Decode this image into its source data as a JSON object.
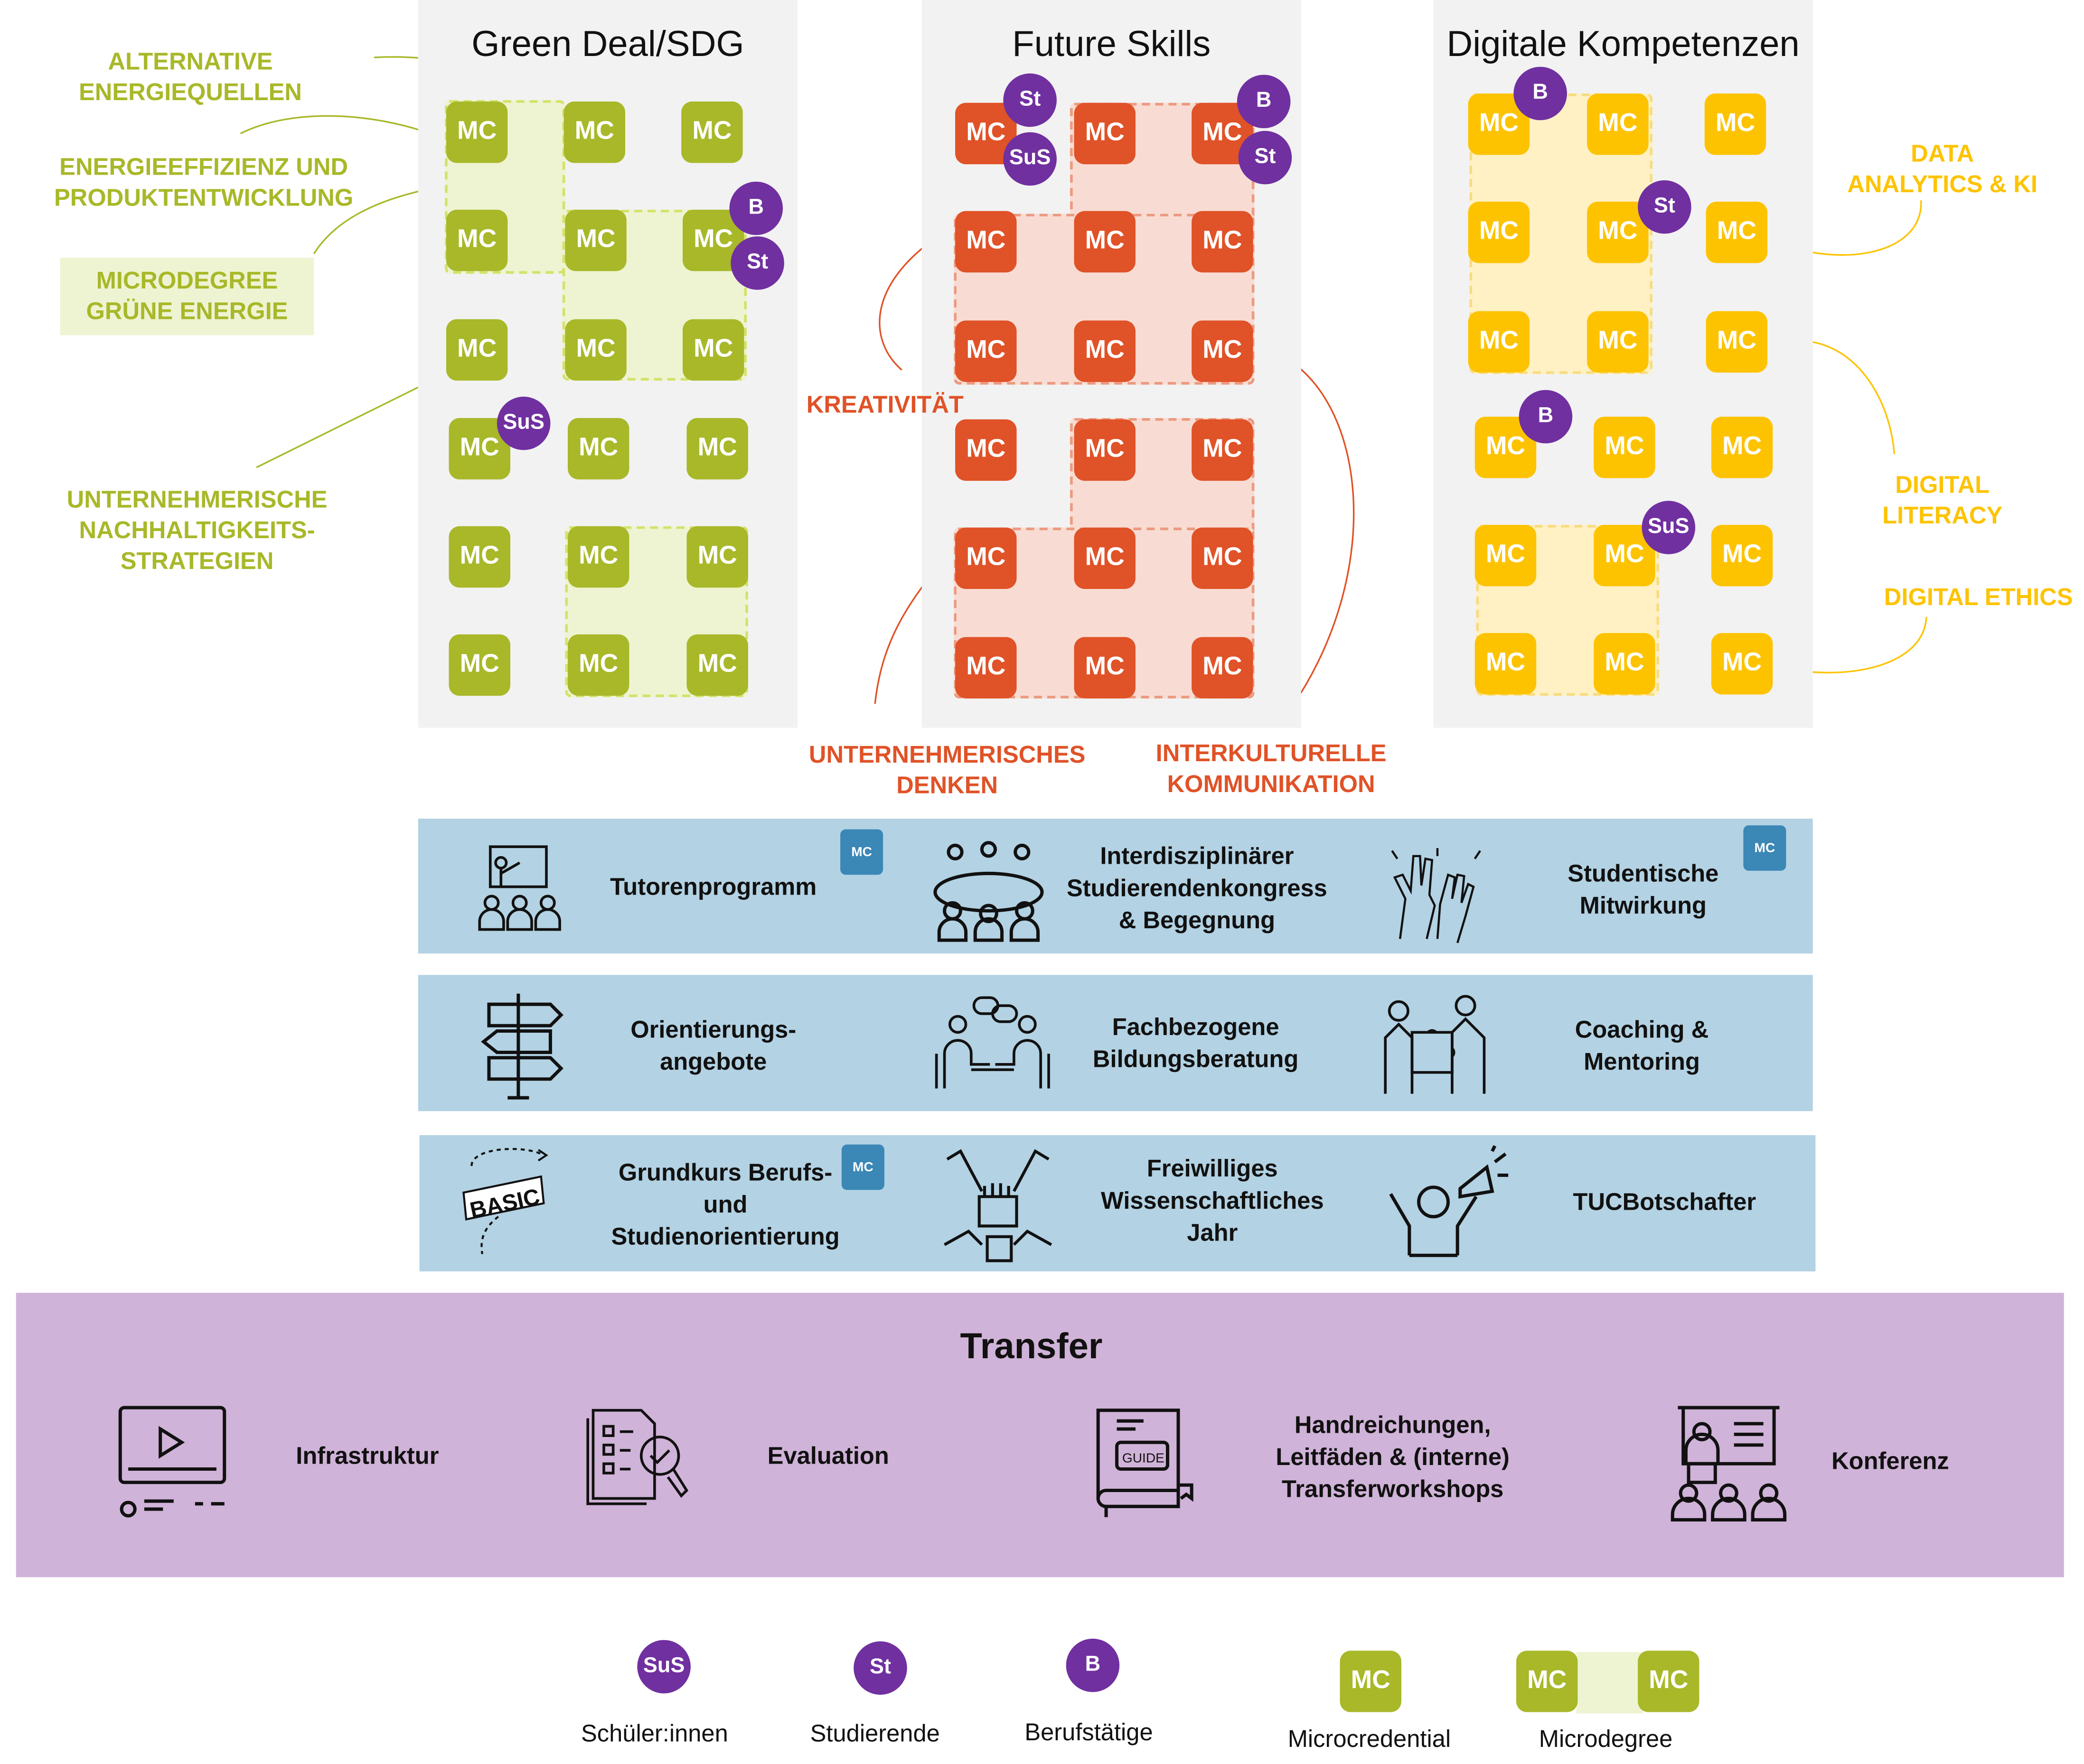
{
  "tile_label": "MC",
  "badges": {
    "sus": "SuS",
    "st": "St",
    "b": "B"
  },
  "colors": {
    "green": "#a8b829",
    "orange": "#e05227",
    "yellow": "#fdc300",
    "purple": "#7030a0",
    "blue_band": "#b3d2e3",
    "transfer": "#d0b3d8"
  },
  "panels": {
    "green": {
      "title": "Green Deal/SDG"
    },
    "future": {
      "title": "Future Skills"
    },
    "digital": {
      "title": "Digitale Kompetenzen"
    }
  },
  "green_labels": {
    "alt": "ALTERNATIVE\nENERGIEQUELLEN",
    "eff": "ENERGIEEFFIZIENZ UND\nPRODUKTENTWICKLUNG",
    "micro": "MICRODEGREE\nGRÜNE ENERGIE",
    "unt": "UNTERNEHMERISCHE\nNACHHALTIGKEITS-\nSTRATEGIEN"
  },
  "orange_labels": {
    "krea": "KREATIVITÄT",
    "unt": "UNTERNEHMERISCHES\nDENKEN",
    "inter": "INTERKULTURELLE\nKOMMUNIKATION"
  },
  "yellow_labels": {
    "data": "DATA\nANALYTICS & KI",
    "lit": "DIGITAL\nLITERACY",
    "eth": "DIGITAL ETHICS"
  },
  "bands": [
    {
      "items": [
        {
          "label": "Tutorenprogramm",
          "icon": "teacher-board-icon",
          "mc": true
        },
        {
          "label": "Interdisziplinärer\nStudierendenkongress\n& Begegnung",
          "icon": "round-table-icon"
        },
        {
          "label": "Studentische\nMitwirkung",
          "icon": "raised-hands-icon",
          "mc": true
        }
      ]
    },
    {
      "items": [
        {
          "label": "Orientierungs-\nangebote",
          "icon": "signpost-icon"
        },
        {
          "label": "Fachbezogene\nBildungsberatung",
          "icon": "consultation-icon"
        },
        {
          "label": "Coaching &\nMentoring",
          "icon": "puzzle-people-icon"
        }
      ]
    },
    {
      "items": [
        {
          "label": "Grundkurs Berufs-\nund\nStudienorientierung",
          "icon": "basic-icon",
          "mc": true
        },
        {
          "label": "Freiwilliges\nWissenschaftliches\nJahr",
          "icon": "teamwork-hands-icon"
        },
        {
          "label": "TUCBotschafter",
          "icon": "megaphone-person-icon"
        }
      ]
    }
  ],
  "mc_small": "MC",
  "transfer": {
    "title": "Transfer",
    "items": [
      {
        "label": "Infrastruktur",
        "icon": "video-screen-icon"
      },
      {
        "label": "Evaluation",
        "icon": "checklist-magnifier-icon"
      },
      {
        "label": "Handreichungen,\nLeitfäden & (interne)\nTransferworkshops",
        "icon": "guide-book-icon"
      },
      {
        "label": "Konferenz",
        "icon": "presentation-audience-icon"
      }
    ]
  },
  "legend": {
    "sus": "Schüler:innen",
    "st": "Studierende",
    "b": "Berufstätige",
    "mc": "Microcredential",
    "md": "Microdegree"
  }
}
